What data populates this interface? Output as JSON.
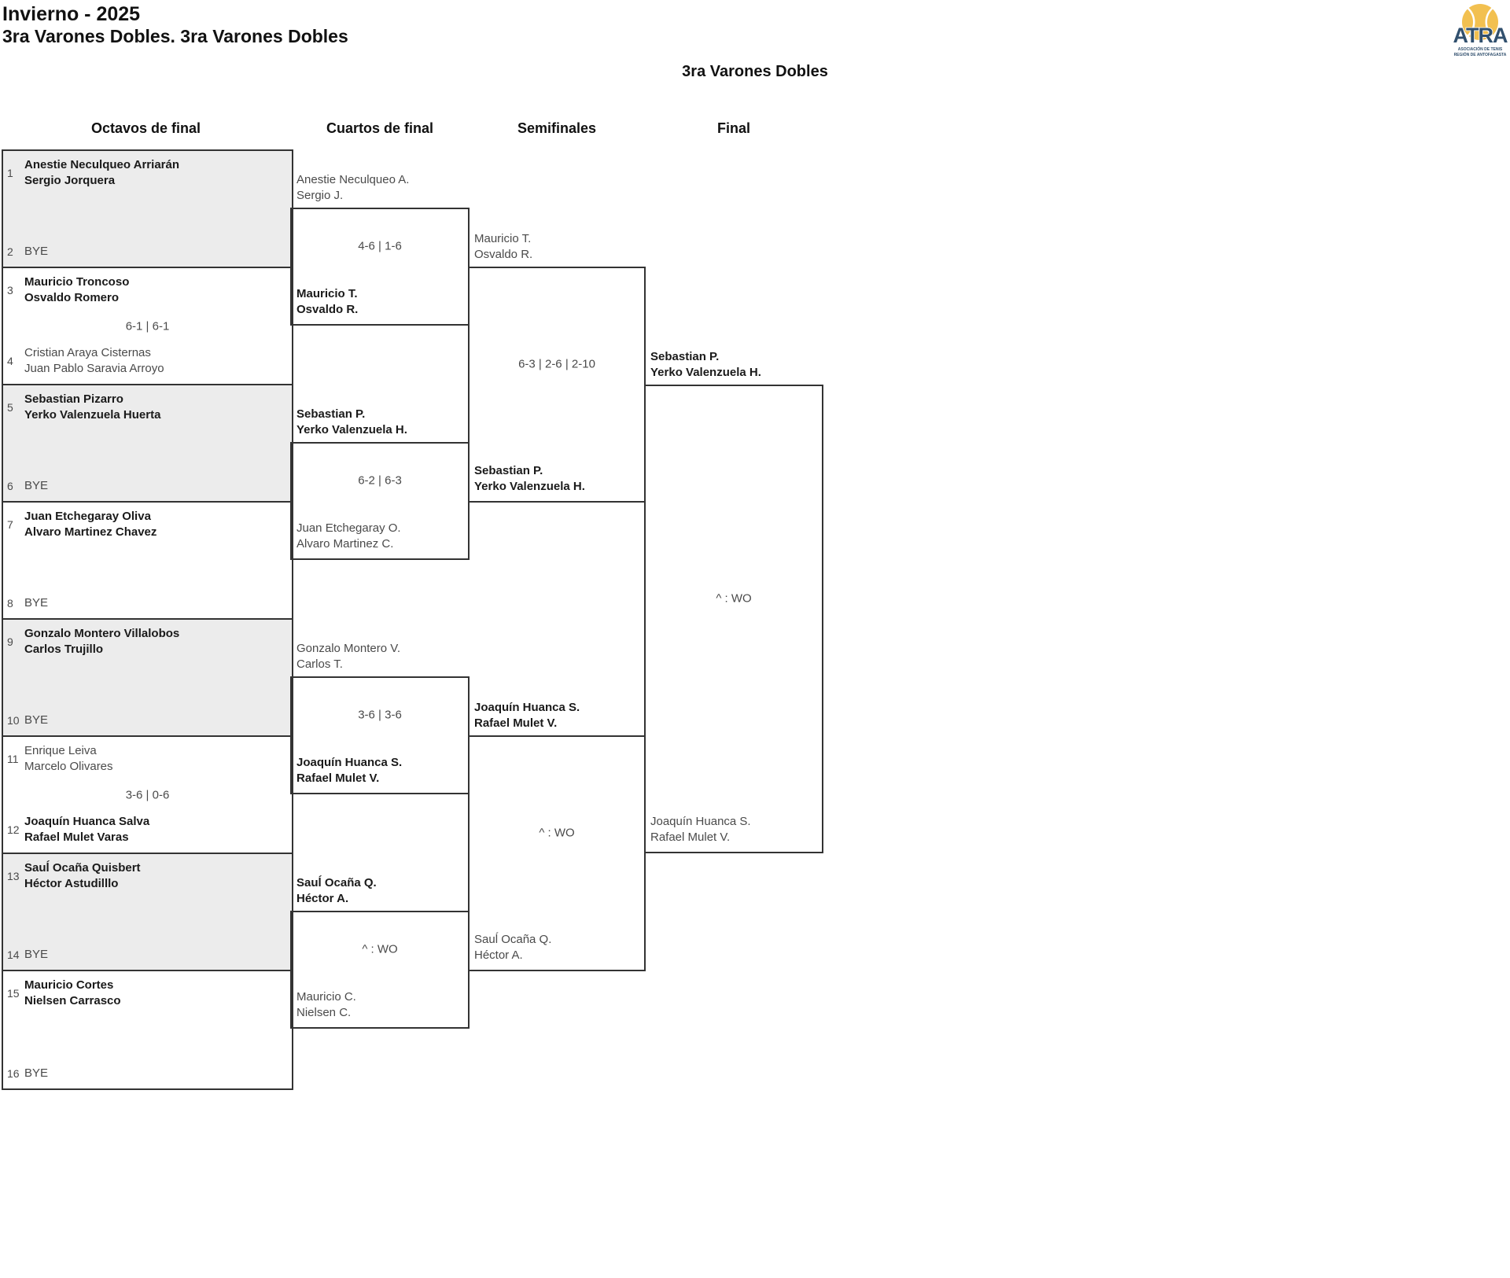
{
  "page": {
    "title": "Invierno - 2025",
    "subtitle": "3ra Varones Dobles. 3ra Varones Dobles",
    "bracket_title": "3ra Varones Dobles"
  },
  "logo": {
    "name": "ATRA",
    "line1": "ASOCIACIÓN DE TENIS",
    "line2": "REGIÓN DE ANTOFAGASTA",
    "ball_color": "#F2C050",
    "navy_color": "#31506E"
  },
  "rounds": [
    "Octavos de final",
    "Cuartos de final",
    "Semifinales",
    "Final"
  ],
  "colors": {
    "shaded_match_bg": "#ececec",
    "border": "#333333",
    "winner_text": "#1a1a1a",
    "muted_text": "#4a4a4a"
  },
  "octavos": {
    "m1": {
      "s1": "1",
      "t1": "Anestie Neculqueo Arriarán\nSergio Jorquera",
      "b1": true,
      "s2": "2",
      "t2": "BYE",
      "b2": false,
      "score": ""
    },
    "m2": {
      "s1": "3",
      "t1": "Mauricio Troncoso\nOsvaldo Romero",
      "b1": true,
      "s2": "4",
      "t2": "Cristian Araya Cisternas\nJuan Pablo Saravia Arroyo",
      "b2": false,
      "score": "6-1 | 6-1"
    },
    "m3": {
      "s1": "5",
      "t1": "Sebastian Pizarro\nYerko Valenzuela Huerta",
      "b1": true,
      "s2": "6",
      "t2": "BYE",
      "b2": false,
      "score": ""
    },
    "m4": {
      "s1": "7",
      "t1": "Juan Etchegaray Oliva\nAlvaro Martinez Chavez",
      "b1": true,
      "s2": "8",
      "t2": "BYE",
      "b2": false,
      "score": ""
    },
    "m5": {
      "s1": "9",
      "t1": "Gonzalo Montero Villalobos\nCarlos Trujillo",
      "b1": true,
      "s2": "10",
      "t2": "BYE",
      "b2": false,
      "score": ""
    },
    "m6": {
      "s1": "11",
      "t1": "Enrique Leiva\nMarcelo Olivares",
      "b1": false,
      "s2": "12",
      "t2": "Joaquín Huanca Salva\nRafael Mulet Varas",
      "b2": true,
      "score": "3-6 | 0-6"
    },
    "m7": {
      "s1": "13",
      "t1": "Sauĺ Ocaña Quisbert\nHéctor Astudilllo",
      "b1": true,
      "s2": "14",
      "t2": "BYE",
      "b2": false,
      "score": ""
    },
    "m8": {
      "s1": "15",
      "t1": "Mauricio Cortes\nNielsen Carrasco",
      "b1": true,
      "s2": "16",
      "t2": "BYE",
      "b2": false,
      "score": ""
    }
  },
  "cuartos": {
    "m1": {
      "t1": "Anestie Neculqueo A.\nSergio J.",
      "b1": false,
      "t2": "Mauricio T.\nOsvaldo R.",
      "b2": true,
      "score": "4-6 | 1-6"
    },
    "m2": {
      "t1": "Sebastian P.\nYerko Valenzuela H.",
      "b1": true,
      "t2": "Juan Etchegaray O.\nAlvaro Martinez C.",
      "b2": false,
      "score": "6-2 | 6-3"
    },
    "m3": {
      "t1": "Gonzalo Montero V.\nCarlos T.",
      "b1": false,
      "t2": "Joaquín Huanca S.\nRafael Mulet V.",
      "b2": true,
      "score": "3-6 | 3-6"
    },
    "m4": {
      "t1": "Sauĺ Ocaña Q.\nHéctor A.",
      "b1": true,
      "t2": "Mauricio C.\nNielsen C.",
      "b2": false,
      "score": "^ : WO"
    }
  },
  "semifinales": {
    "m1": {
      "t1": "Mauricio T.\nOsvaldo R.",
      "b1": false,
      "t2": "Sebastian P.\nYerko Valenzuela H.",
      "b2": true,
      "score": "6-3 | 2-6 | 2-10"
    },
    "m2": {
      "t1": "Joaquín Huanca S.\nRafael Mulet V.",
      "b1": true,
      "t2": "Sauĺ Ocaña Q.\nHéctor A.",
      "b2": false,
      "score": "^ : WO"
    }
  },
  "final": {
    "m1": {
      "t1": "Sebastian P.\nYerko Valenzuela H.",
      "b1": true,
      "t2": "Joaquín Huanca S.\nRafael Mulet V.",
      "b2": false,
      "score": "^ : WO"
    }
  }
}
